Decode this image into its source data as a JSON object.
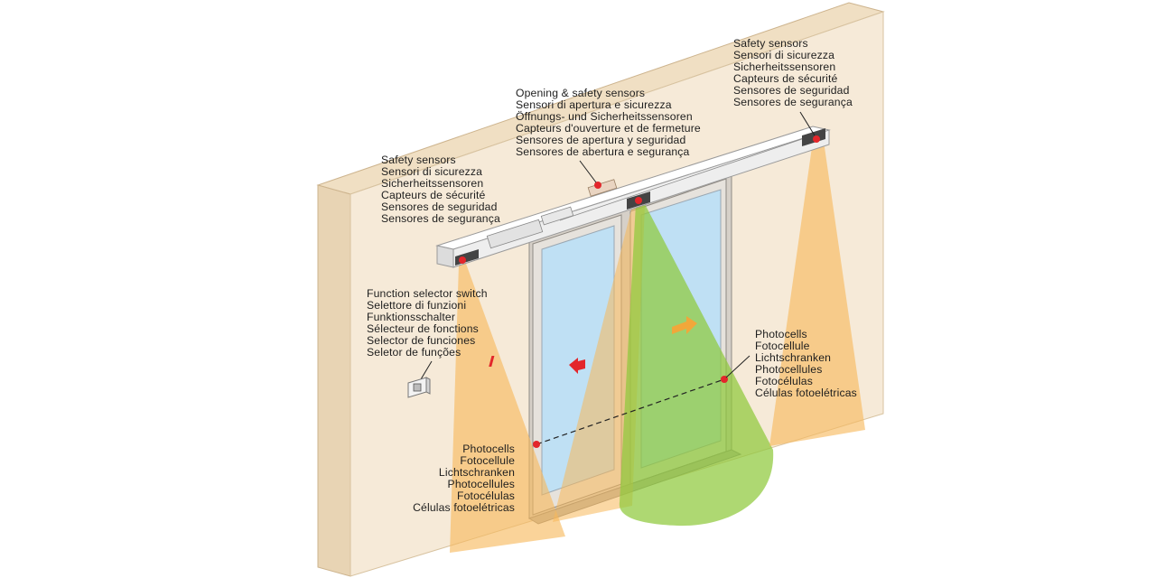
{
  "colors": {
    "wall_front": "#f6ead8",
    "wall_side": "#e8d4b4",
    "wall_top": "#f0dfc3",
    "sensor_beam": "#f7b85a",
    "radar_beam": "#8fc93c",
    "glass": "#bfe0f4",
    "frame": "#d6d0c8",
    "rail": "#f2f2f2",
    "marker_red": "#e3262b"
  },
  "labels": {
    "safety_left": [
      "Safety sensors",
      "Sensori di sicurezza",
      "Sicherheitssensoren",
      "Capteurs de sécurité",
      "Sensores de seguridad",
      "Sensores de segurança"
    ],
    "opening_safety": [
      "Opening & safety sensors",
      "Sensori di apertura e sicurezza",
      "Öffnungs- und Sicherheitssensoren",
      "Capteurs d'ouverture et de fermeture",
      "Sensores de apertura y seguridad",
      "Sensores de abertura e segurança"
    ],
    "safety_right": [
      "Safety sensors",
      "Sensori di sicurezza",
      "Sicherheitssensoren",
      "Capteurs de sécurité",
      "Sensores de seguridad",
      "Sensores de segurança"
    ],
    "function_selector": [
      "Function selector switch",
      "Selettore di funzioni",
      "Funktionsschalter",
      "Sélecteur de fonctions",
      "Selector de funciones",
      "Seletor de funções"
    ],
    "photocells_right": [
      "Photocells",
      "Fotocellule",
      "Lichtschranken",
      "Photocellules",
      "Fotocélulas",
      "Células fotoelétricas"
    ],
    "photocells_bottom": [
      "Photocells",
      "Fotocellule",
      "Lichtschranken",
      "Photocellules",
      "Fotocélulas",
      "Células fotoelétricas"
    ]
  },
  "icons": {
    "left_arrow": "red-left-arrow-icon",
    "right_arrow": "orange-right-arrow-icon",
    "selector": "selector-switch-icon"
  }
}
